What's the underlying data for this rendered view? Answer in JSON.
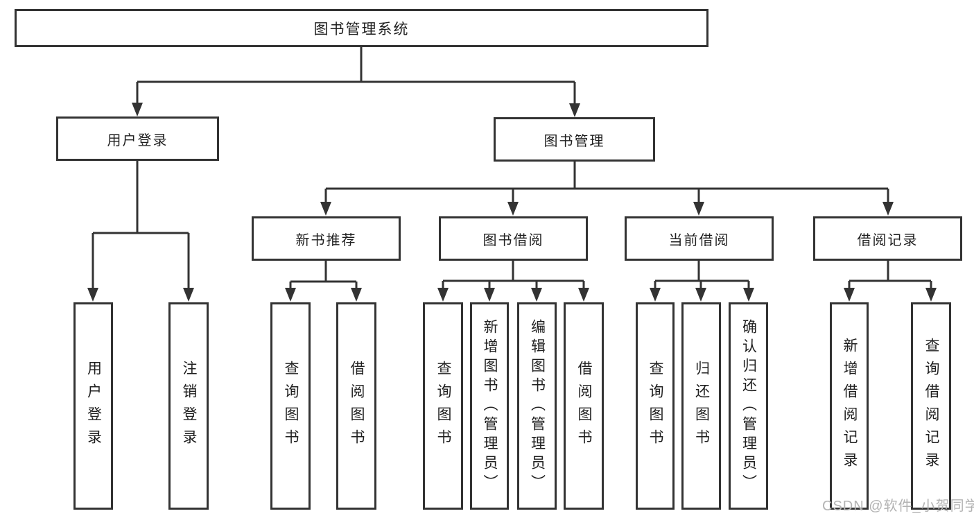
{
  "diagram": {
    "type": "tree",
    "title": "图书管理系统",
    "nodes": {
      "root": "图书管理系统",
      "user_login": "用户登录",
      "book_mgmt": "图书管理",
      "new_books": "新书推荐",
      "borrowing": "图书借阅",
      "current": "当前借阅",
      "records": "借阅记录",
      "leaf_user_login": "用户登录",
      "leaf_logout": "注销登录",
      "leaf_nb_query": "查询图书",
      "leaf_nb_borrow": "借阅图书",
      "leaf_bw_query": "查询图书",
      "leaf_bw_add": "新增图书（管理员）",
      "leaf_bw_edit": "编辑图书（管理员）",
      "leaf_bw_borrow": "借阅图书",
      "leaf_cur_query": "查询图书",
      "leaf_cur_return": "归还图书",
      "leaf_cur_confirm": "确认归还（管理员）",
      "leaf_rec_add": "新增借阅记录",
      "leaf_rec_query": "查询借阅记录"
    },
    "edges": [
      [
        "root",
        "user_login"
      ],
      [
        "root",
        "book_mgmt"
      ],
      [
        "user_login",
        "leaf_user_login"
      ],
      [
        "user_login",
        "leaf_logout"
      ],
      [
        "book_mgmt",
        "new_books"
      ],
      [
        "book_mgmt",
        "borrowing"
      ],
      [
        "book_mgmt",
        "current"
      ],
      [
        "book_mgmt",
        "records"
      ],
      [
        "new_books",
        "leaf_nb_query"
      ],
      [
        "new_books",
        "leaf_nb_borrow"
      ],
      [
        "borrowing",
        "leaf_bw_query"
      ],
      [
        "borrowing",
        "leaf_bw_add"
      ],
      [
        "borrowing",
        "leaf_bw_edit"
      ],
      [
        "borrowing",
        "leaf_bw_borrow"
      ],
      [
        "current",
        "leaf_cur_query"
      ],
      [
        "current",
        "leaf_cur_return"
      ],
      [
        "current",
        "leaf_cur_confirm"
      ],
      [
        "records",
        "leaf_rec_add"
      ],
      [
        "records",
        "leaf_rec_query"
      ]
    ],
    "colors": {
      "line": "#333333",
      "text": "#1f1f1f",
      "box_background": "#ffffff",
      "page_background": "#ffffff"
    }
  },
  "watermark": {
    "text": "CSDN @软件_小贺同学",
    "color": "#b3b3b3"
  }
}
